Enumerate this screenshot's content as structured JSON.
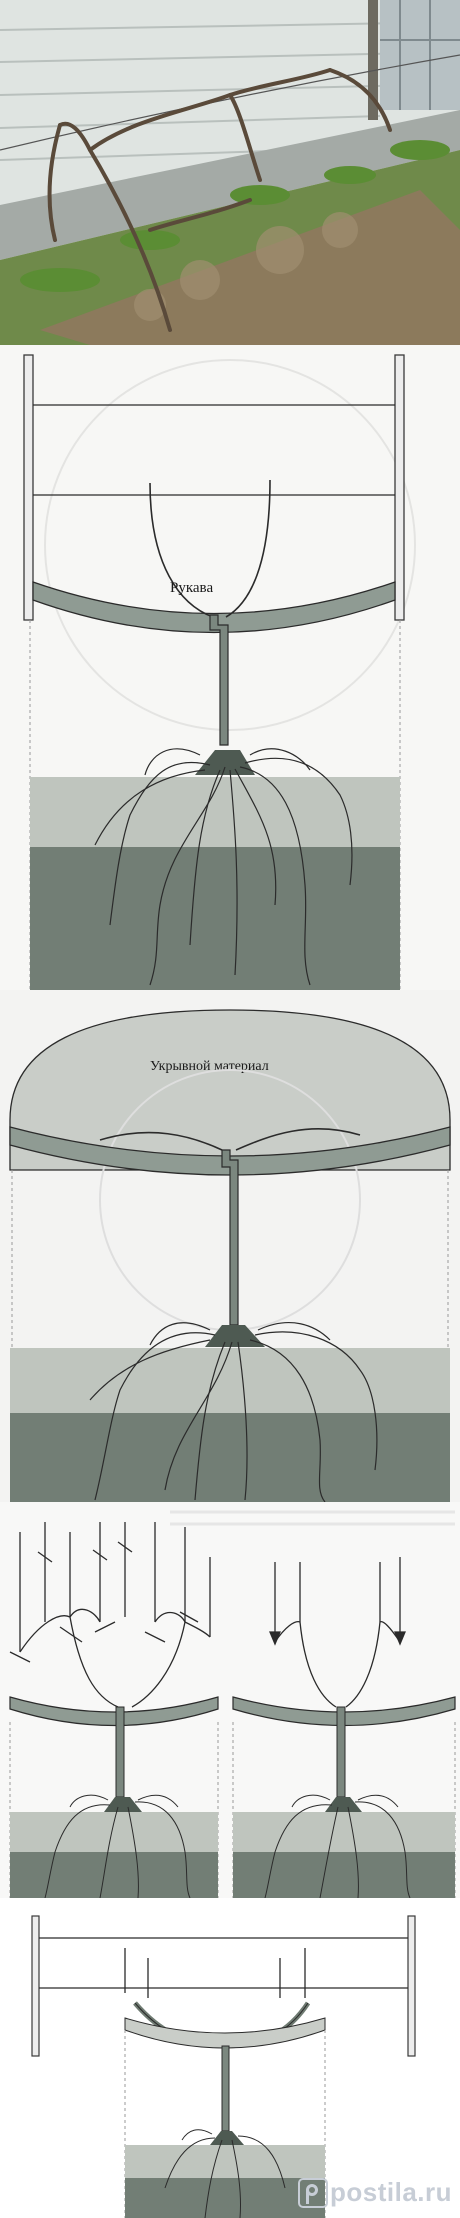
{
  "labels": {
    "sleeves": "Рукава",
    "cover_material": "Укрывной материал"
  },
  "watermark": {
    "text": "postila.ru",
    "icon": "postila-logo-icon"
  },
  "colors": {
    "soil_light": "#b9bfb8",
    "soil_dark": "#6f7b72",
    "bar": "#8f9b93",
    "trunk": "#7b877f",
    "cover": "#c9cdc8",
    "line": "#2b2b2b"
  }
}
